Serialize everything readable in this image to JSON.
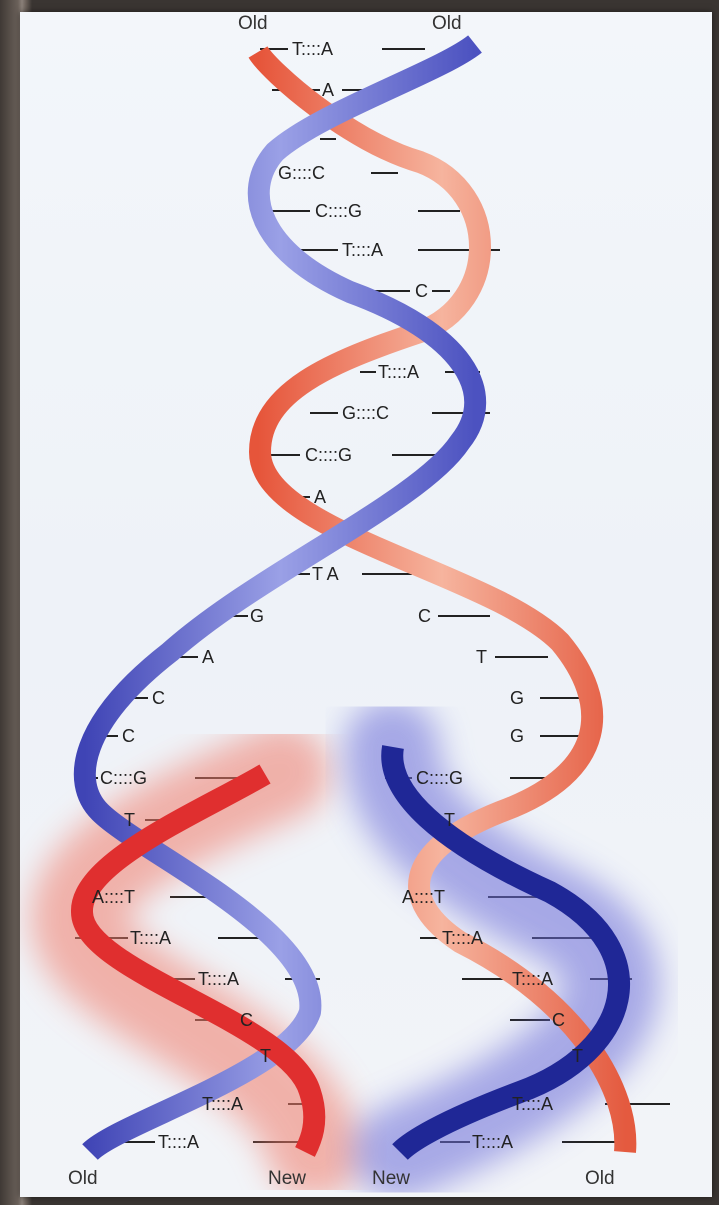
{
  "labels": {
    "top_left": "Old",
    "top_right": "Old",
    "bottom_left_old": "Old",
    "bottom_left_new": "New",
    "bottom_right_new": "New",
    "bottom_right_old": "Old"
  },
  "base_pairs": [
    "T::::A",
    "A",
    "G::::C",
    "C::::G",
    "T::::A",
    "C",
    "T::::A",
    "G::::C",
    "C::::G",
    "A",
    "T A",
    "G",
    "A",
    "C",
    "C",
    "C::::G",
    "T",
    "C",
    "T",
    "G",
    "G",
    "C::::G",
    "T",
    "A::::T",
    "T::::A",
    "T::::A",
    "C",
    "T",
    "T::::A",
    "T::::A",
    "A::::T",
    "T::::A",
    "T::::A",
    "C",
    "T",
    "T::::A",
    "T::::A"
  ],
  "colors": {
    "old_blue": "#5a5fc4",
    "old_red": "#e8694f",
    "new_red": "#e23a3a",
    "new_blue": "#22289a",
    "background": "#f0f3f8"
  }
}
